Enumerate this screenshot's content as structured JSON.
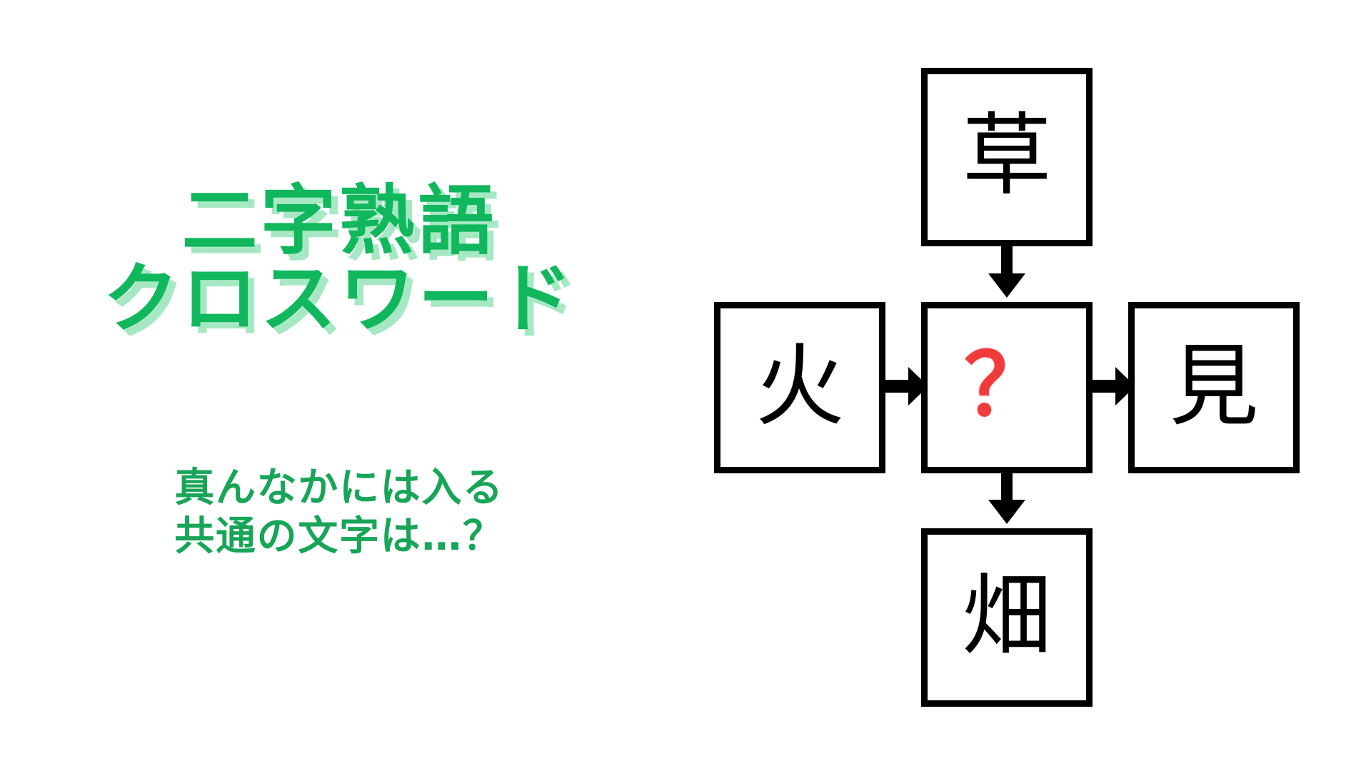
{
  "background_color": "#ffffff",
  "theme": {
    "green": "#10b75c",
    "green_shadow": "#a6e8c4",
    "subtitle_green": "#18a558",
    "answer_red": "#ef3b3b",
    "ink": "#000000"
  },
  "title": {
    "line1": "二字熟語",
    "line2": "クロスワード"
  },
  "subtitle": {
    "line1": "真んなかには入る",
    "line2": "共通の文字は…？"
  },
  "puzzle": {
    "type": "kanji-crossword",
    "cells": {
      "top": {
        "label": "草",
        "role": "clue"
      },
      "left": {
        "label": "火",
        "role": "clue"
      },
      "center": {
        "label": "？",
        "role": "answer"
      },
      "right": {
        "label": "見",
        "role": "clue"
      },
      "bottom": {
        "label": "畑",
        "role": "clue"
      }
    },
    "arrows": [
      {
        "name": "top-to-center",
        "direction": "down"
      },
      {
        "name": "left-to-center",
        "direction": "right"
      },
      {
        "name": "center-to-right",
        "direction": "right"
      },
      {
        "name": "center-to-bottom",
        "direction": "down"
      }
    ],
    "words": [
      "火?",
      "?見",
      "草?",
      "?畑"
    ]
  }
}
